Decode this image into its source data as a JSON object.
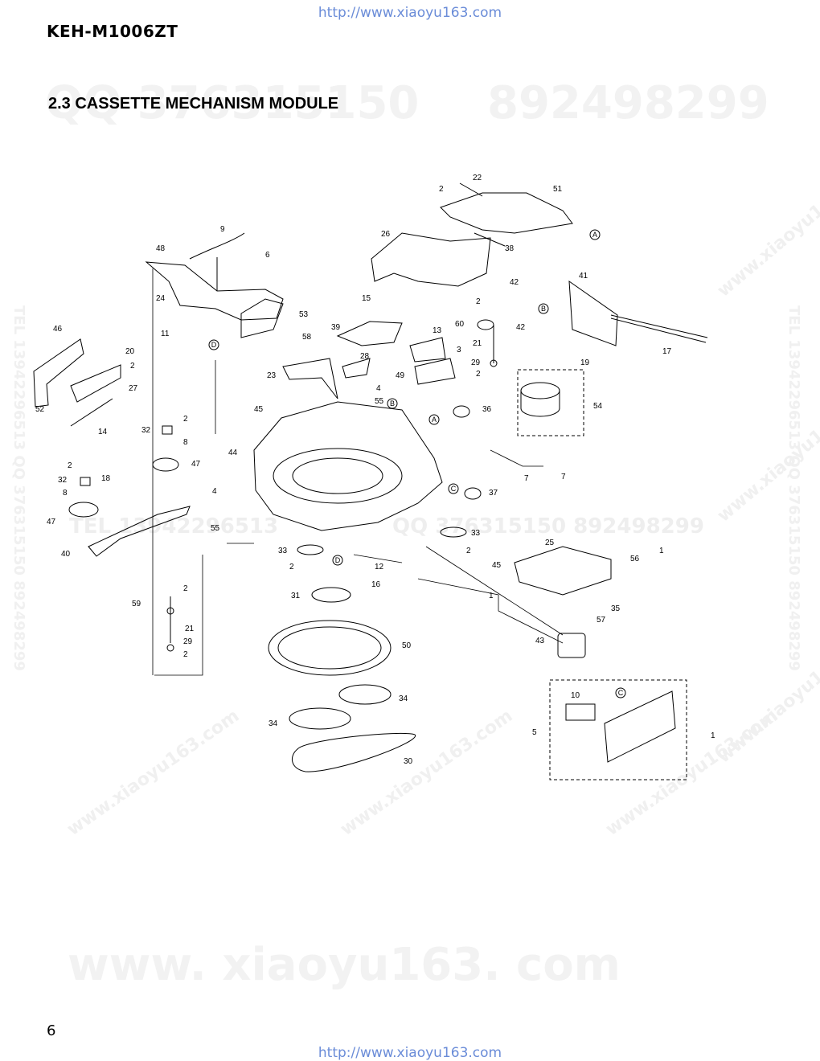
{
  "header": {
    "url_top": "http://www.xiaoyu163.com",
    "model": "KEH-M1006ZT",
    "section_title": "2.3 CASSETTE MECHANISM MODULE"
  },
  "watermarks": {
    "top_qq": "QQ 376315150",
    "top_num": "892498299",
    "bottom_site": "www. xiaoyu163. com",
    "mid_qq": "QQ 376315150  892498299",
    "mid_tel": "TEL 13942296513",
    "side_left": "TEL 13942296513  QQ 376315150  892498299",
    "side_right": "TEL 13942296513  QQ 376315150  892498299",
    "diag": "www.xiaoyu163.com"
  },
  "diagram": {
    "part_labels": [
      {
        "id": "p22",
        "text": "22"
      },
      {
        "id": "p2a",
        "text": "2"
      },
      {
        "id": "p51",
        "text": "51"
      },
      {
        "id": "pA1",
        "text": "A"
      },
      {
        "id": "p26",
        "text": "26"
      },
      {
        "id": "p38",
        "text": "38"
      },
      {
        "id": "p9",
        "text": "9"
      },
      {
        "id": "p48",
        "text": "48"
      },
      {
        "id": "p6",
        "text": "6"
      },
      {
        "id": "p42a",
        "text": "42"
      },
      {
        "id": "p41",
        "text": "41"
      },
      {
        "id": "pB1",
        "text": "B"
      },
      {
        "id": "p42b",
        "text": "42"
      },
      {
        "id": "p24",
        "text": "24"
      },
      {
        "id": "p53",
        "text": "53"
      },
      {
        "id": "p15",
        "text": "15"
      },
      {
        "id": "p2b",
        "text": "2"
      },
      {
        "id": "p60",
        "text": "60"
      },
      {
        "id": "p46",
        "text": "46"
      },
      {
        "id": "p11",
        "text": "11"
      },
      {
        "id": "pD1",
        "text": "D"
      },
      {
        "id": "p39",
        "text": "39"
      },
      {
        "id": "p58",
        "text": "58"
      },
      {
        "id": "p13",
        "text": "13"
      },
      {
        "id": "p3",
        "text": "3"
      },
      {
        "id": "p21a",
        "text": "21"
      },
      {
        "id": "p17",
        "text": "17"
      },
      {
        "id": "p20",
        "text": "20"
      },
      {
        "id": "p28",
        "text": "28"
      },
      {
        "id": "p29a",
        "text": "29"
      },
      {
        "id": "p19",
        "text": "19"
      },
      {
        "id": "p2c",
        "text": "2"
      },
      {
        "id": "p23",
        "text": "23"
      },
      {
        "id": "p49",
        "text": "49"
      },
      {
        "id": "p2d",
        "text": "2"
      },
      {
        "id": "p27",
        "text": "27"
      },
      {
        "id": "p52",
        "text": "52"
      },
      {
        "id": "p4a",
        "text": "4"
      },
      {
        "id": "p55a",
        "text": "55"
      },
      {
        "id": "pB2",
        "text": "B"
      },
      {
        "id": "p45a",
        "text": "45"
      },
      {
        "id": "p36",
        "text": "36"
      },
      {
        "id": "p54",
        "text": "54"
      },
      {
        "id": "p14",
        "text": "14"
      },
      {
        "id": "pA2",
        "text": "A"
      },
      {
        "id": "p2e",
        "text": "2"
      },
      {
        "id": "p32a",
        "text": "32"
      },
      {
        "id": "p8a",
        "text": "8"
      },
      {
        "id": "p44",
        "text": "44"
      },
      {
        "id": "p47a",
        "text": "47"
      },
      {
        "id": "p2f",
        "text": "2"
      },
      {
        "id": "p7a",
        "text": "7"
      },
      {
        "id": "p7b",
        "text": "7"
      },
      {
        "id": "p32b",
        "text": "32"
      },
      {
        "id": "p18",
        "text": "18"
      },
      {
        "id": "p8b",
        "text": "8"
      },
      {
        "id": "p4b",
        "text": "4"
      },
      {
        "id": "pC1",
        "text": "C"
      },
      {
        "id": "p37",
        "text": "37"
      },
      {
        "id": "p47b",
        "text": "47"
      },
      {
        "id": "p55b",
        "text": "55"
      },
      {
        "id": "p33a",
        "text": "33"
      },
      {
        "id": "p2g",
        "text": "2"
      },
      {
        "id": "p40",
        "text": "40"
      },
      {
        "id": "p25",
        "text": "25"
      },
      {
        "id": "p1a",
        "text": "1"
      },
      {
        "id": "p56",
        "text": "56"
      },
      {
        "id": "p33b",
        "text": "33"
      },
      {
        "id": "pD2",
        "text": "D"
      },
      {
        "id": "p12",
        "text": "12"
      },
      {
        "id": "p45b",
        "text": "45"
      },
      {
        "id": "p2h",
        "text": "2"
      },
      {
        "id": "p16",
        "text": "16"
      },
      {
        "id": "p31",
        "text": "31"
      },
      {
        "id": "p1b",
        "text": "1"
      },
      {
        "id": "p2i",
        "text": "2"
      },
      {
        "id": "p59",
        "text": "59"
      },
      {
        "id": "p35",
        "text": "35"
      },
      {
        "id": "p21b",
        "text": "21"
      },
      {
        "id": "p57",
        "text": "57"
      },
      {
        "id": "p29b",
        "text": "29"
      },
      {
        "id": "p43",
        "text": "43"
      },
      {
        "id": "p50",
        "text": "50"
      },
      {
        "id": "p2j",
        "text": "2"
      },
      {
        "id": "p10",
        "text": "10"
      },
      {
        "id": "pC2",
        "text": "C"
      },
      {
        "id": "p34a",
        "text": "34"
      },
      {
        "id": "p5",
        "text": "5"
      },
      {
        "id": "p1c",
        "text": "1"
      },
      {
        "id": "p34b",
        "text": "34"
      },
      {
        "id": "p30",
        "text": "30"
      }
    ]
  },
  "footer": {
    "page_number": "6",
    "url_bottom": "http://www.xiaoyu163.com"
  }
}
